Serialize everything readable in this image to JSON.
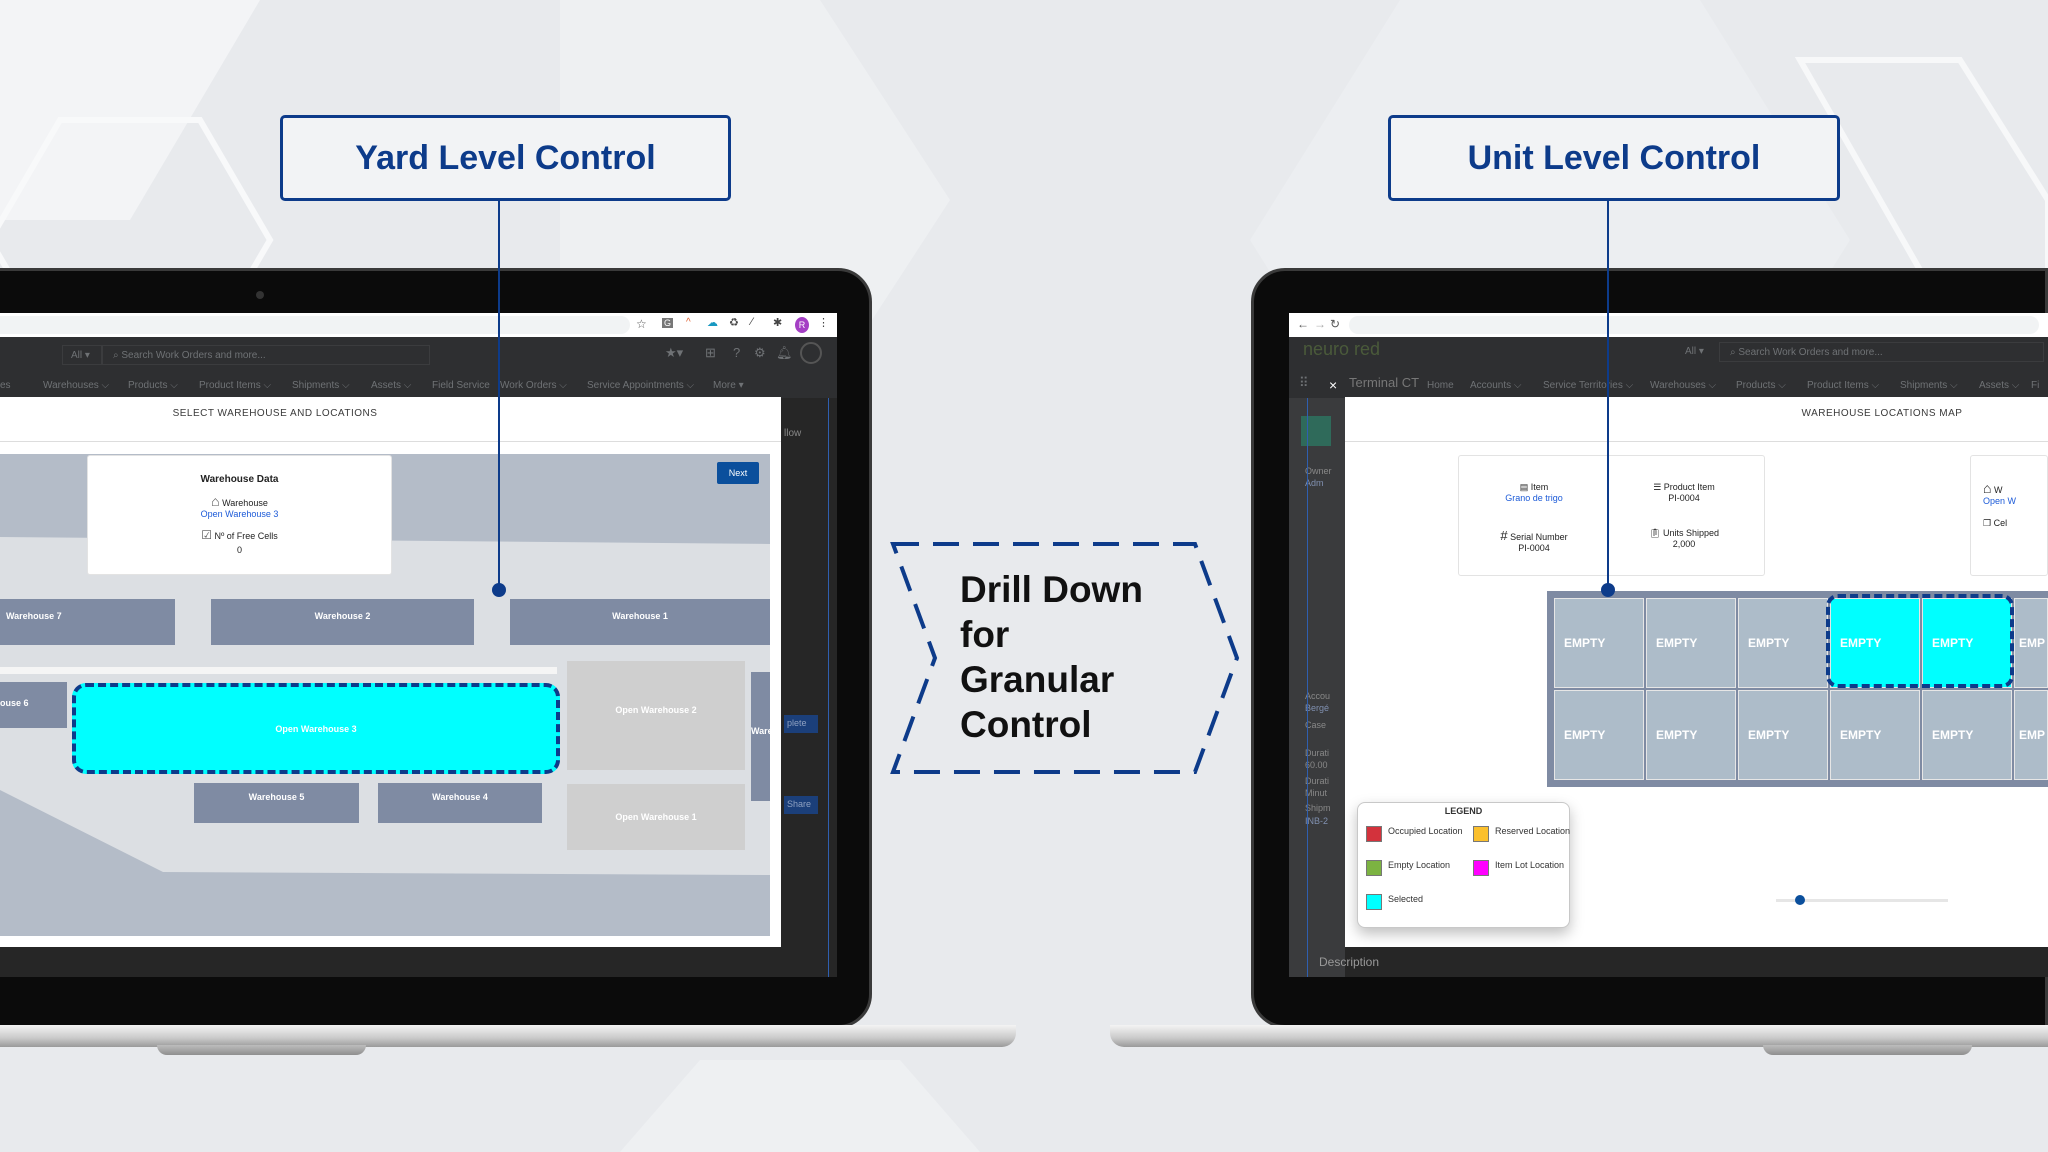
{
  "callouts": {
    "yard": "Yard Level Control",
    "unit": "Unit Level Control",
    "drill_lines": [
      "Drill Down",
      "for",
      "Granular",
      "Control"
    ]
  },
  "colors": {
    "accent": "#0d3b8a",
    "selected": "#00ffff",
    "warehouse": "#7f8ba3",
    "open_warehouse": "#cfcfcf"
  },
  "left": {
    "search_scope": "All",
    "search_placeholder": "Search Work Orders and more...",
    "nav": [
      "es",
      "Warehouses",
      "Products",
      "Product Items",
      "Shipments",
      "Assets",
      "Field Service",
      "Work Orders",
      "Service Appointments",
      "More"
    ],
    "modal_title": "SELECT WAREHOUSE AND LOCATIONS",
    "next_button": "Next",
    "card": {
      "title": "Warehouse Data",
      "warehouse_label": "Warehouse",
      "warehouse_value": "Open Warehouse 3",
      "free_cells_label": "Nº of Free Cells",
      "free_cells_value": "0"
    },
    "warehouses": [
      "Warehouse 7",
      "Warehouse 2",
      "Warehouse 1",
      "ouse 6",
      "Open Warehouse 3",
      "Open Warehouse 2",
      "Ware",
      "Warehouse 5",
      "Warehouse 4",
      "Open Warehouse 1"
    ],
    "bg_fragments": [
      "llow",
      "plete",
      "Share"
    ],
    "avatar_initial": "R"
  },
  "right": {
    "logo": "neuro red",
    "app_name": "Terminal CT",
    "search_scope": "All",
    "search_placeholder": "Search Work Orders and more...",
    "nav": [
      "Home",
      "Accounts",
      "Service Territories",
      "Warehouses",
      "Products",
      "Product Items",
      "Shipments",
      "Assets",
      "Fi"
    ],
    "modal_title": "WAREHOUSE LOCATIONS MAP",
    "close": "×",
    "card": {
      "item_label": "Item",
      "item_value": "Grano de trigo",
      "product_item_label": "Product Item",
      "product_item_value": "PI-0004",
      "serial_label": "Serial Number",
      "serial_value": "PI-0004",
      "units_label": "Units Shipped",
      "units_value": "2,000"
    },
    "card2": {
      "warehouse_label": "W",
      "warehouse_value": "Open W",
      "cells_label": "Cel"
    },
    "bg_fragments": [
      "Owner",
      "Adm",
      "Accou",
      "Bergé",
      "Case",
      "Durati",
      "60.00",
      "Durati",
      "Minut",
      "Shipm",
      "INB-2",
      "Description"
    ],
    "grid": [
      [
        {
          "label": "EMPTY",
          "selected": false
        },
        {
          "label": "EMPTY",
          "selected": false
        },
        {
          "label": "EMPTY",
          "selected": false
        },
        {
          "label": "EMPTY",
          "selected": true
        },
        {
          "label": "EMPTY",
          "selected": true
        },
        {
          "label": "EMP",
          "selected": false
        }
      ],
      [
        {
          "label": "EMPTY",
          "selected": false
        },
        {
          "label": "EMPTY",
          "selected": false
        },
        {
          "label": "EMPTY",
          "selected": false
        },
        {
          "label": "EMPTY",
          "selected": false
        },
        {
          "label": "EMPTY",
          "selected": false
        },
        {
          "label": "EMP",
          "selected": false
        }
      ]
    ],
    "legend": {
      "title": "LEGEND",
      "items": [
        {
          "label": "Occupied Location",
          "color": "#d3323c"
        },
        {
          "label": "Reserved Location",
          "color": "#fbc02d"
        },
        {
          "label": "Empty Location",
          "color": "#7cb342"
        },
        {
          "label": "Item Lot Location",
          "color": "#ff00ff"
        },
        {
          "label": "Selected",
          "color": "#00ffff"
        }
      ]
    },
    "slider_value": 0.14
  }
}
